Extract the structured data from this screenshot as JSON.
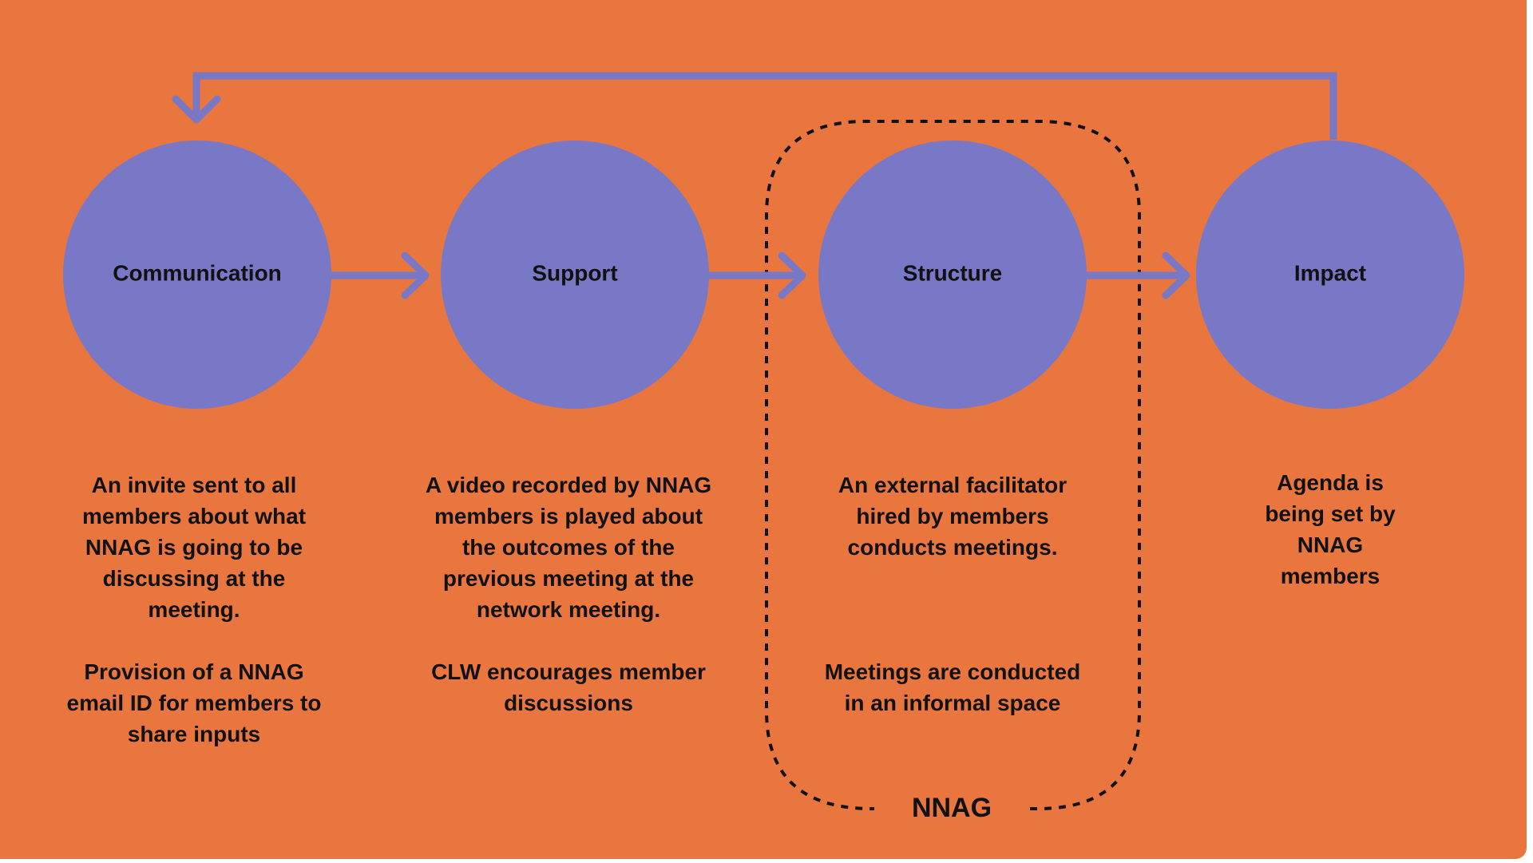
{
  "colors": {
    "background": "#e9763e",
    "node_fill": "#7878c6",
    "connector": "#7878c6",
    "text": "#111111",
    "group_border": "#111111"
  },
  "nodes": [
    {
      "label": "Communication",
      "descriptions": [
        "An invite sent to all\nmembers about what\nNNAG is going to be\ndiscussing at the\nmeeting.",
        "Provision of a NNAG\nemail ID for members to\nshare inputs"
      ]
    },
    {
      "label": "Support",
      "descriptions": [
        "A video recorded by NNAG\nmembers is played about\nthe outcomes of the\nprevious meeting at the\nnetwork meeting.",
        "CLW encourages member\ndiscussions"
      ]
    },
    {
      "label": "Structure",
      "descriptions": [
        "An external facilitator\nhired by members\nconducts meetings.",
        "\n\nMeetings are conducted\nin an informal space"
      ]
    },
    {
      "label": "Impact",
      "descriptions": [
        "Agenda is\nbeing set by\nNNAG\nmembers"
      ]
    }
  ],
  "group": {
    "label": "NNAG"
  }
}
